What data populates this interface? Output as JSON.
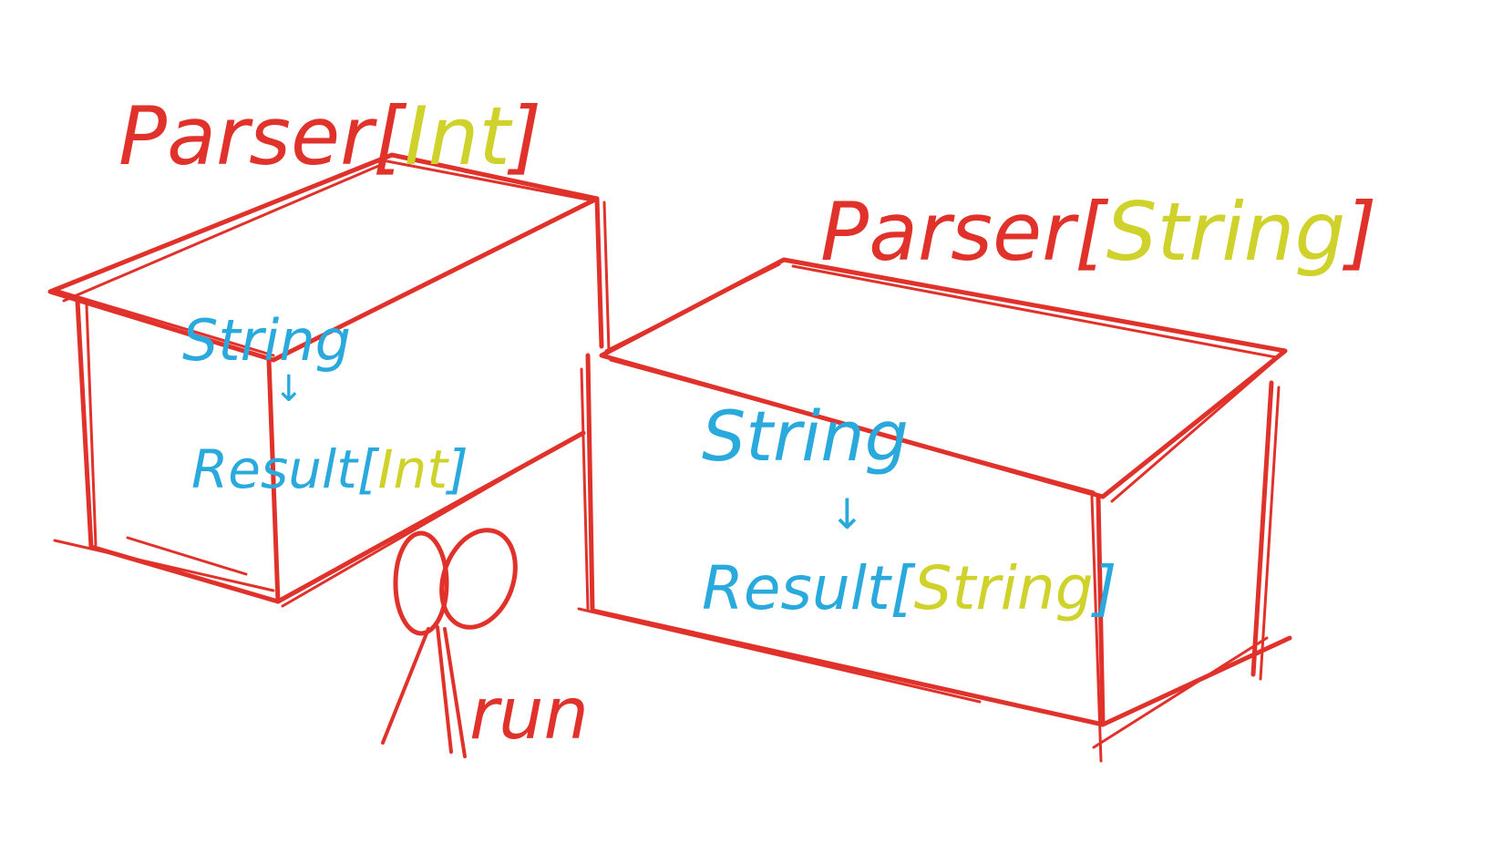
{
  "colors": {
    "outline": "#e0322b",
    "type_param": "#cfd22a",
    "inner_text": "#2aa9dc",
    "background": "#ffffff"
  },
  "left_box": {
    "title_prefix": "Parser[",
    "title_param": "Int",
    "title_suffix": "]",
    "input_type": "String",
    "arrow": "↓",
    "result_prefix": "Result[",
    "result_param": "Int",
    "result_suffix": "]"
  },
  "right_box": {
    "title_prefix": "Parser[",
    "title_param": "String",
    "title_suffix": "]",
    "input_type": "String",
    "arrow": "↓",
    "result_prefix": "Result[",
    "result_param": "String",
    "result_suffix": "]"
  },
  "scissors": {
    "label": "run",
    "icon": "scissors-icon"
  }
}
